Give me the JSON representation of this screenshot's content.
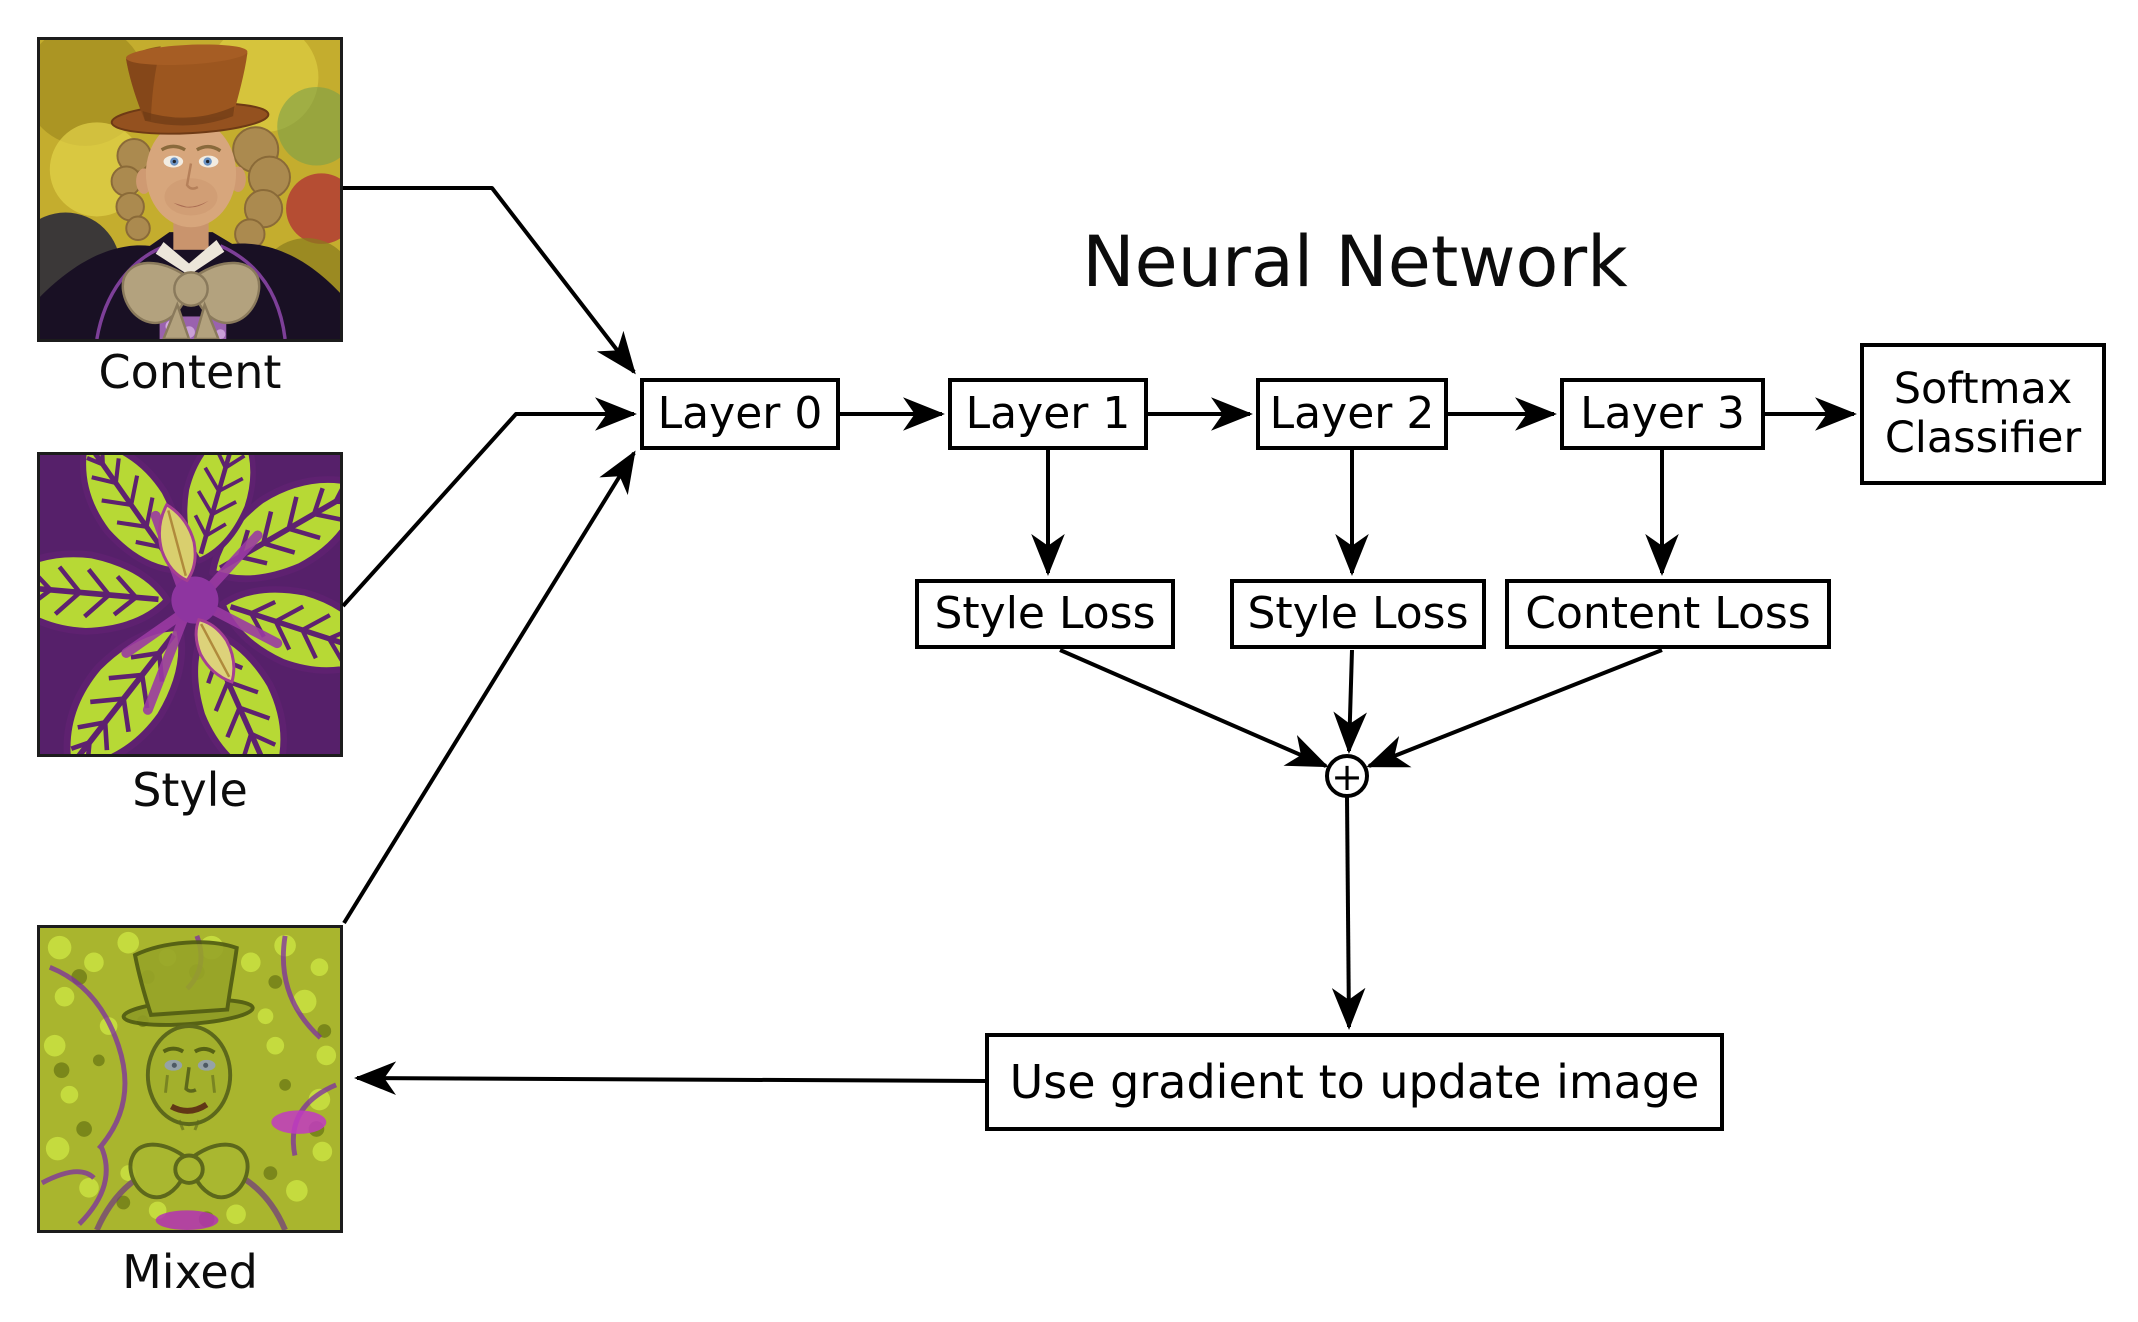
{
  "title": "Neural Network",
  "inputs": {
    "content": {
      "label": "Content"
    },
    "style": {
      "label": "Style"
    },
    "mixed": {
      "label": "Mixed"
    }
  },
  "network": {
    "layers": [
      "Layer 0",
      "Layer 1",
      "Layer 2",
      "Layer 3"
    ],
    "classifier": {
      "line1": "Softmax",
      "line2": "Classifier"
    }
  },
  "losses": [
    "Style Loss",
    "Style Loss",
    "Content Loss"
  ],
  "sum": {
    "symbol": "+"
  },
  "update": {
    "label": "Use gradient to update image"
  },
  "colors": {
    "ink": "#000000",
    "background": "#ffffff",
    "content_photo": {
      "backdrop": "#c4ad2e",
      "hat": "#9a561f",
      "coat": "#191024",
      "bowtie": "#b3a27e",
      "skin": "#d7a67c",
      "trim": "#7d3f98"
    },
    "style_photo": {
      "leaf": "#b7d935",
      "vein": "#5e2170",
      "stem": "#9a3aa2",
      "center_leaf": "#d9cf6e"
    },
    "mixed_photo": {
      "base": "#a9b52e",
      "vein": "#7e2da2",
      "accent": "#c23ac2",
      "face": "#a3b02c"
    }
  }
}
